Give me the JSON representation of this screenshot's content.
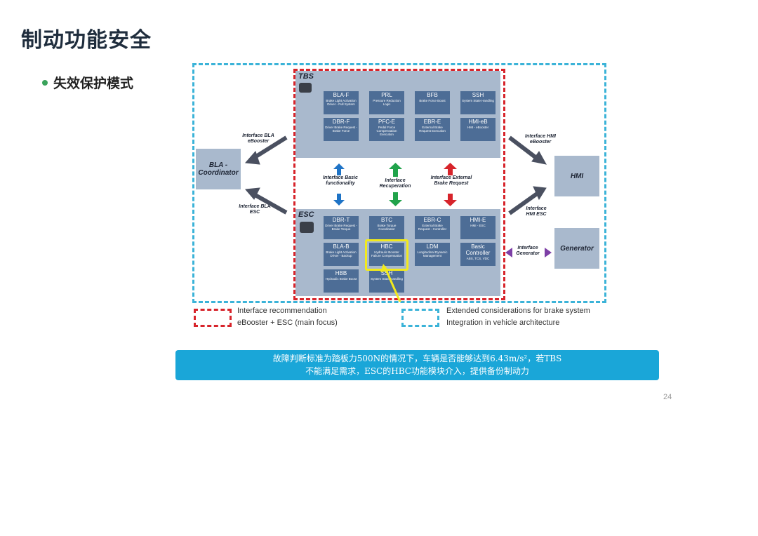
{
  "page": {
    "title": "制动功能安全",
    "bullet": "失效保护模式",
    "page_number": "24"
  },
  "figure": {
    "tbs_label": "TBS",
    "esc_label": "ESC",
    "tbs_blocks": [
      {
        "name": "BLA-F",
        "sub": "Brake Light Activation Driver - Full System"
      },
      {
        "name": "PRL",
        "sub": "Pressure Reduction Logic"
      },
      {
        "name": "BFB",
        "sub": "Brake Force Boost"
      },
      {
        "name": "SSH",
        "sub": "System State Handling"
      },
      {
        "name": "DBR-F",
        "sub": "Driver Brake Request - Brake Force"
      },
      {
        "name": "PFC-E",
        "sub": "Pedal Force Compensation Execution"
      },
      {
        "name": "EBR-E",
        "sub": "External Brake Request Execution"
      },
      {
        "name": "HMI-eB",
        "sub": "HMI - eBooster"
      }
    ],
    "esc_blocks": [
      {
        "name": "DBR-T",
        "sub": "Driver Brake Request - Brake Torque"
      },
      {
        "name": "BTC",
        "sub": "Brake Torque Coordinator"
      },
      {
        "name": "EBR-C",
        "sub": "External Brake Request - Controller"
      },
      {
        "name": "HMI-E",
        "sub": "HMI - ESC"
      },
      {
        "name": "BLA-B",
        "sub": "Brake Light Activation Driver - Backup"
      },
      {
        "name": "HBC",
        "sub": "Hydraulic Booster Failure Compensation"
      },
      {
        "name": "LDM",
        "sub": "Longitudinal Dynamic Management"
      },
      {
        "name": "Basic Controller",
        "sub": "ABS, TCS, VDC"
      },
      {
        "name": "HBB",
        "sub": "Hydraulic Brake Boost"
      },
      {
        "name": "SSH",
        "sub": "System State Handling"
      }
    ],
    "left_box": "BLA - Coordinator",
    "hmi_box": "HMI",
    "generator_box": "Generator",
    "labels": {
      "bla_eb": "Interface BLA eBooster",
      "bla_esc": "Interface BLA ESC",
      "hmi_eb": "Interface HMI eBooster",
      "hmi_esc": "Interface HMI ESC",
      "gen": "Interface Generator",
      "basic": "Interface Basic functionality",
      "recup": "Interface Recuperation",
      "ext": "Interface External Brake Request"
    },
    "colors": {
      "outer_dash": "#3bb3d8",
      "red_dash": "#d7242b",
      "panel": "#a9b9cd",
      "block": "#4d6d96",
      "highlight": "#f2ea1c",
      "arrow_blue": "#1e73c6",
      "arrow_green": "#21a34b",
      "arrow_red": "#d7242b",
      "arrow_purple": "#7d3fa6"
    }
  },
  "legend": {
    "red_line1": "Interface recommendation",
    "red_line2": "eBooster + ESC (main focus)",
    "blue_line1": "Extended considerations for brake system",
    "blue_line2": "Integration in vehicle architecture"
  },
  "callout": {
    "line1": "故障判断标准为踏板力500N的情况下，车辆是否能够达到6.43m/s²，若TBS",
    "line2": "不能满足需求，ESC的HBC功能模块介入，提供备份制动力"
  }
}
